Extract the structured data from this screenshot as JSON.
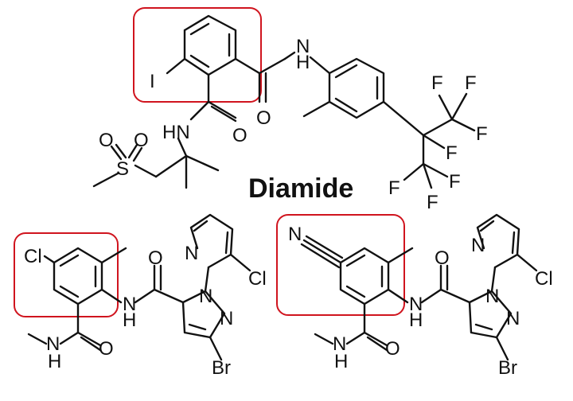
{
  "title": "Diamide",
  "highlight_color": "#d0141e",
  "atoms": {
    "top": {
      "iodine": "I",
      "amide_n": "N",
      "amide_h": "H",
      "carbonyl_o": "O",
      "carbonyl2_o": "O",
      "hn": "HN",
      "sulfonyl_o1": "O",
      "sulfonyl_o2": "O",
      "sulfur": "S",
      "f1": "F",
      "f2": "F",
      "f3": "F",
      "f4": "F",
      "f5": "F",
      "f6": "F",
      "f7": "F"
    },
    "left": {
      "cl_ring": "Cl",
      "pyridine_n": "N",
      "pyridine_cl": "Cl",
      "carbonyl_o": "O",
      "amide_n": "N",
      "amide_h": "H",
      "pyrazole_n1": "N",
      "pyrazole_n2": "N",
      "br": "Br",
      "nh_n": "N",
      "nh_h": "H",
      "carbonyl2_o": "O"
    },
    "right": {
      "cn_n": "N",
      "pyridine_n": "N",
      "pyridine_cl": "Cl",
      "carbonyl_o": "O",
      "amide_n": "N",
      "amide_h": "H",
      "pyrazole_n1": "N",
      "pyrazole_n2": "N",
      "br": "Br",
      "nh_n": "N",
      "nh_h": "H",
      "carbonyl2_o": "O"
    }
  }
}
